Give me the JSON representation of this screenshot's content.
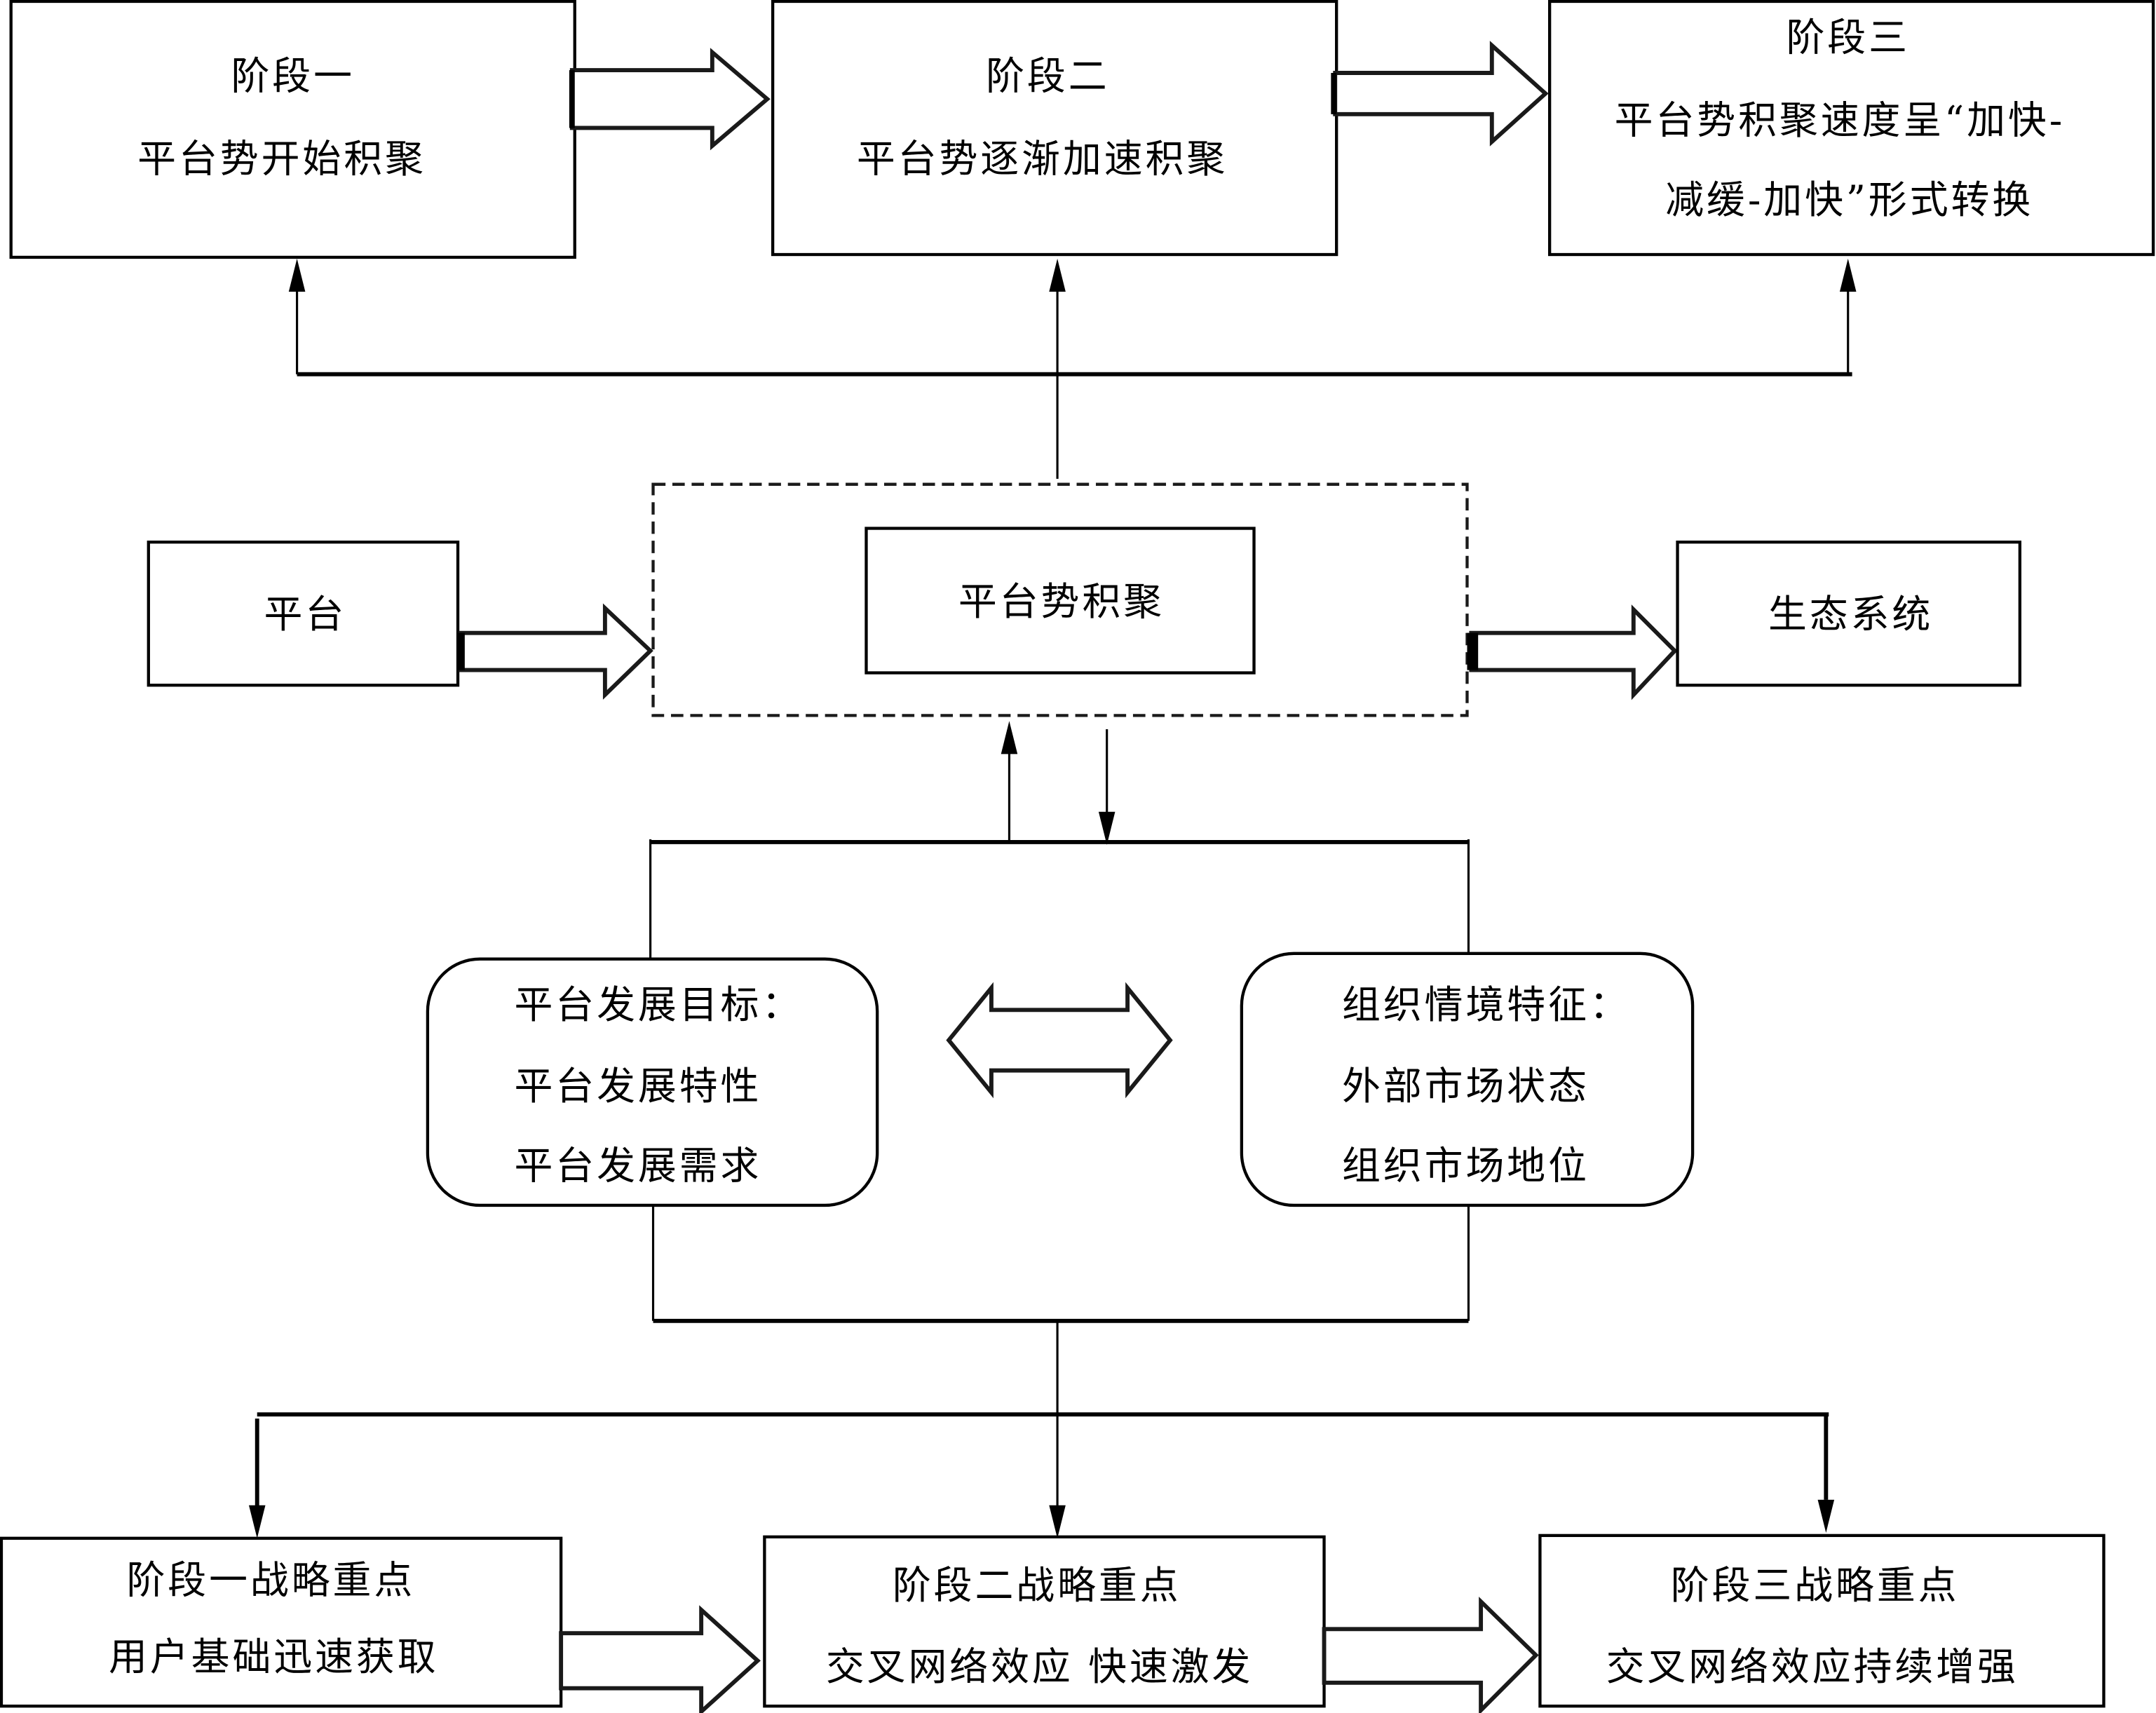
{
  "title": "平台势积聚阶段与战略重点演化框架",
  "stages": [
    {
      "title": "阶段一",
      "lines": [
        "平台势开始积聚"
      ]
    },
    {
      "title": "阶段二",
      "lines": [
        "平台势逐渐加速积聚"
      ]
    },
    {
      "title": "阶段三",
      "lines": [
        "平台势积聚速度呈“加快-",
        "减缓-加快”形式转换"
      ]
    }
  ],
  "middle": {
    "platform": "平台",
    "accumulation": "平台势积聚",
    "ecosystem": "生态系统"
  },
  "factors": {
    "left": {
      "title": "平台发展目标：",
      "lines": [
        "平台发展特性",
        "平台发展需求"
      ]
    },
    "right": {
      "title": "组织情境特征：",
      "lines": [
        "外部市场状态",
        "组织市场地位"
      ]
    }
  },
  "strategies": [
    {
      "title": "阶段一战略重点",
      "detail": "用户基础迅速获取"
    },
    {
      "title": "阶段二战略重点",
      "detail": "交叉网络效应 快速激发"
    },
    {
      "title": "阶段三战略重点",
      "detail": "交叉网络效应持续增强"
    }
  ]
}
